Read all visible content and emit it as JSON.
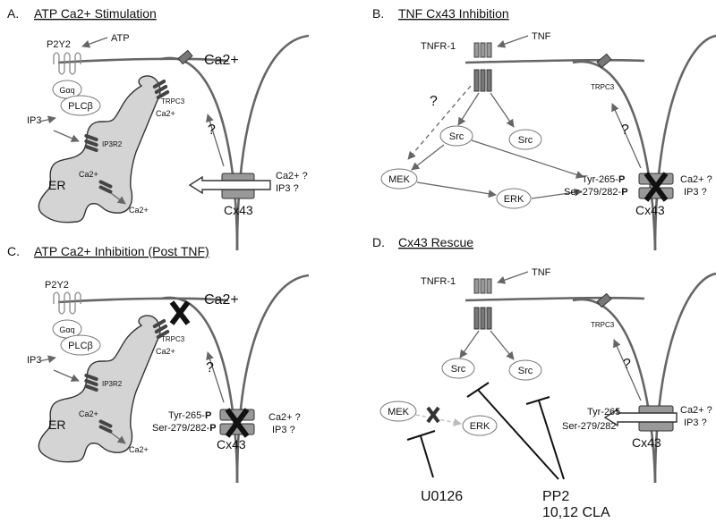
{
  "panels": {
    "a": {
      "letter": "A.",
      "title": "ATP Ca2+ Stimulation",
      "labels": {
        "p2y2": "P2Y2",
        "atp": "ATP",
        "gaq": "Gαq",
        "plcb": "PLCβ",
        "ip3": "IP3",
        "ip3r2": "IP3R2",
        "er": "ER",
        "ca_er_top": "Ca2+",
        "ca_er_out": "Ca2+",
        "ca_big": "Ca2+",
        "trpc3": "TRPC3",
        "ca_in": "Ca2+",
        "q": "?",
        "ca_q": "Ca2+ ?",
        "ip3_q": "IP3 ?",
        "cx43": "Cx43"
      }
    },
    "b": {
      "letter": "B.",
      "title": "TNF Cx43 Inhibition",
      "labels": {
        "tnfr1": "TNFR-1",
        "tnf": "TNF",
        "q_dash": "?",
        "src1": "Src",
        "src2": "Src",
        "mek": "MEK",
        "erk": "ERK",
        "trpc3": "TRPC3",
        "q": "?",
        "tyr": "Tyr-265-",
        "tyr_p": "P",
        "ser": "Ser-279/282-",
        "ser_p": "P",
        "ca_q": "Ca2+ ?",
        "ip3_q": "IP3 ?",
        "cx43": "Cx43"
      }
    },
    "c": {
      "letter": "C.",
      "title": "ATP Ca2+ Inhibition (Post TNF)",
      "labels": {
        "p2y2": "P2Y2",
        "gaq": "Gαq",
        "plcb": "PLCβ",
        "ip3": "IP3",
        "ip3r2": "IP3R2",
        "er": "ER",
        "ca_er_top": "Ca2+",
        "ca_er_out": "Ca2+",
        "ca_big": "Ca2+",
        "trpc3": "TRPC3",
        "ca_in": "Ca2+",
        "q": "?",
        "tyr": "Tyr-265-",
        "tyr_p": "P",
        "ser": "Ser-279/282-",
        "ser_p": "P",
        "ca_q": "Ca2+ ?",
        "ip3_q": "IP3 ?",
        "cx43": "Cx43"
      }
    },
    "d": {
      "letter": "D.",
      "title": "Cx43 Rescue",
      "labels": {
        "tnfr1": "TNFR-1",
        "tnf": "TNF",
        "src1": "Src",
        "src2": "Src",
        "mek": "MEK",
        "erk": "ERK",
        "trpc3": "TRPC3",
        "q": "?",
        "tyr": "Tyr-265",
        "ser": "Ser-279/282",
        "ca_q": "Ca2+ ?",
        "ip3_q": "IP3 ?",
        "cx43": "Cx43",
        "u0126": "U0126",
        "pp2": "PP2",
        "cla": "10,12 CLA"
      }
    }
  }
}
